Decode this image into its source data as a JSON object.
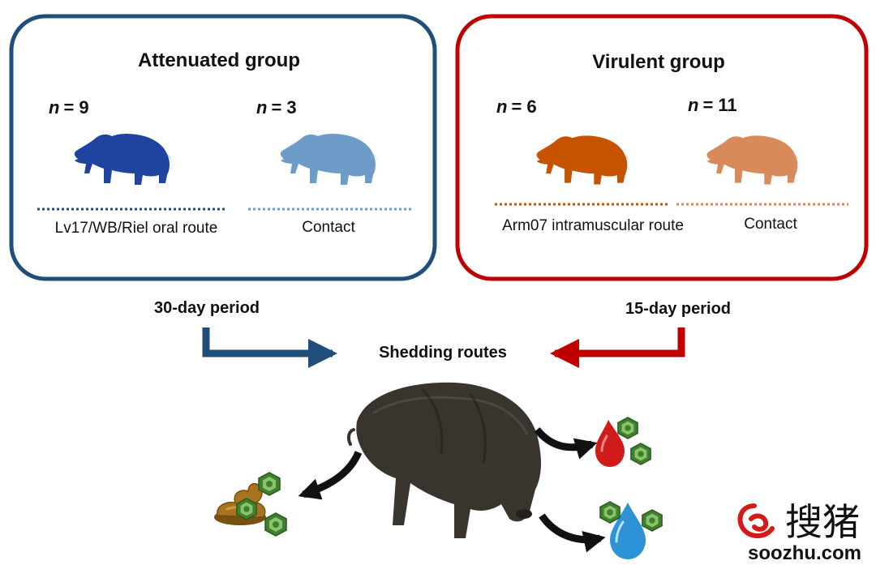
{
  "attenuated": {
    "title": "Attenuated group",
    "border_color": "#1f4e79",
    "left": {
      "n_label": "n",
      "n_value": "= 9",
      "route": "Lv17/WB/Riel oral route",
      "color": "#1f44a0"
    },
    "right": {
      "n_label": "n",
      "n_value": "= 3",
      "route": "Contact",
      "color": "#6e9cc8"
    },
    "period": "30-day period"
  },
  "virulent": {
    "title": "Virulent group",
    "border_color": "#c00000",
    "left": {
      "n_label": "n",
      "n_value": "= 6",
      "route": "Arm07 intramuscular route",
      "color": "#c65300"
    },
    "right": {
      "n_label": "n",
      "n_value": "= 11",
      "route": "Contact",
      "color": "#d98a5b"
    },
    "period": "15-day period"
  },
  "shedding": {
    "label": "Shedding routes"
  },
  "icons": {
    "boar": "wild-boar-icon",
    "feces": "feces-icon",
    "blood": "blood-drop-icon",
    "fluid": "fluid-drop-icon",
    "virus": "virus-particle-icon"
  },
  "watermark": {
    "chinese": "搜猪",
    "url": "soozhu.com"
  }
}
